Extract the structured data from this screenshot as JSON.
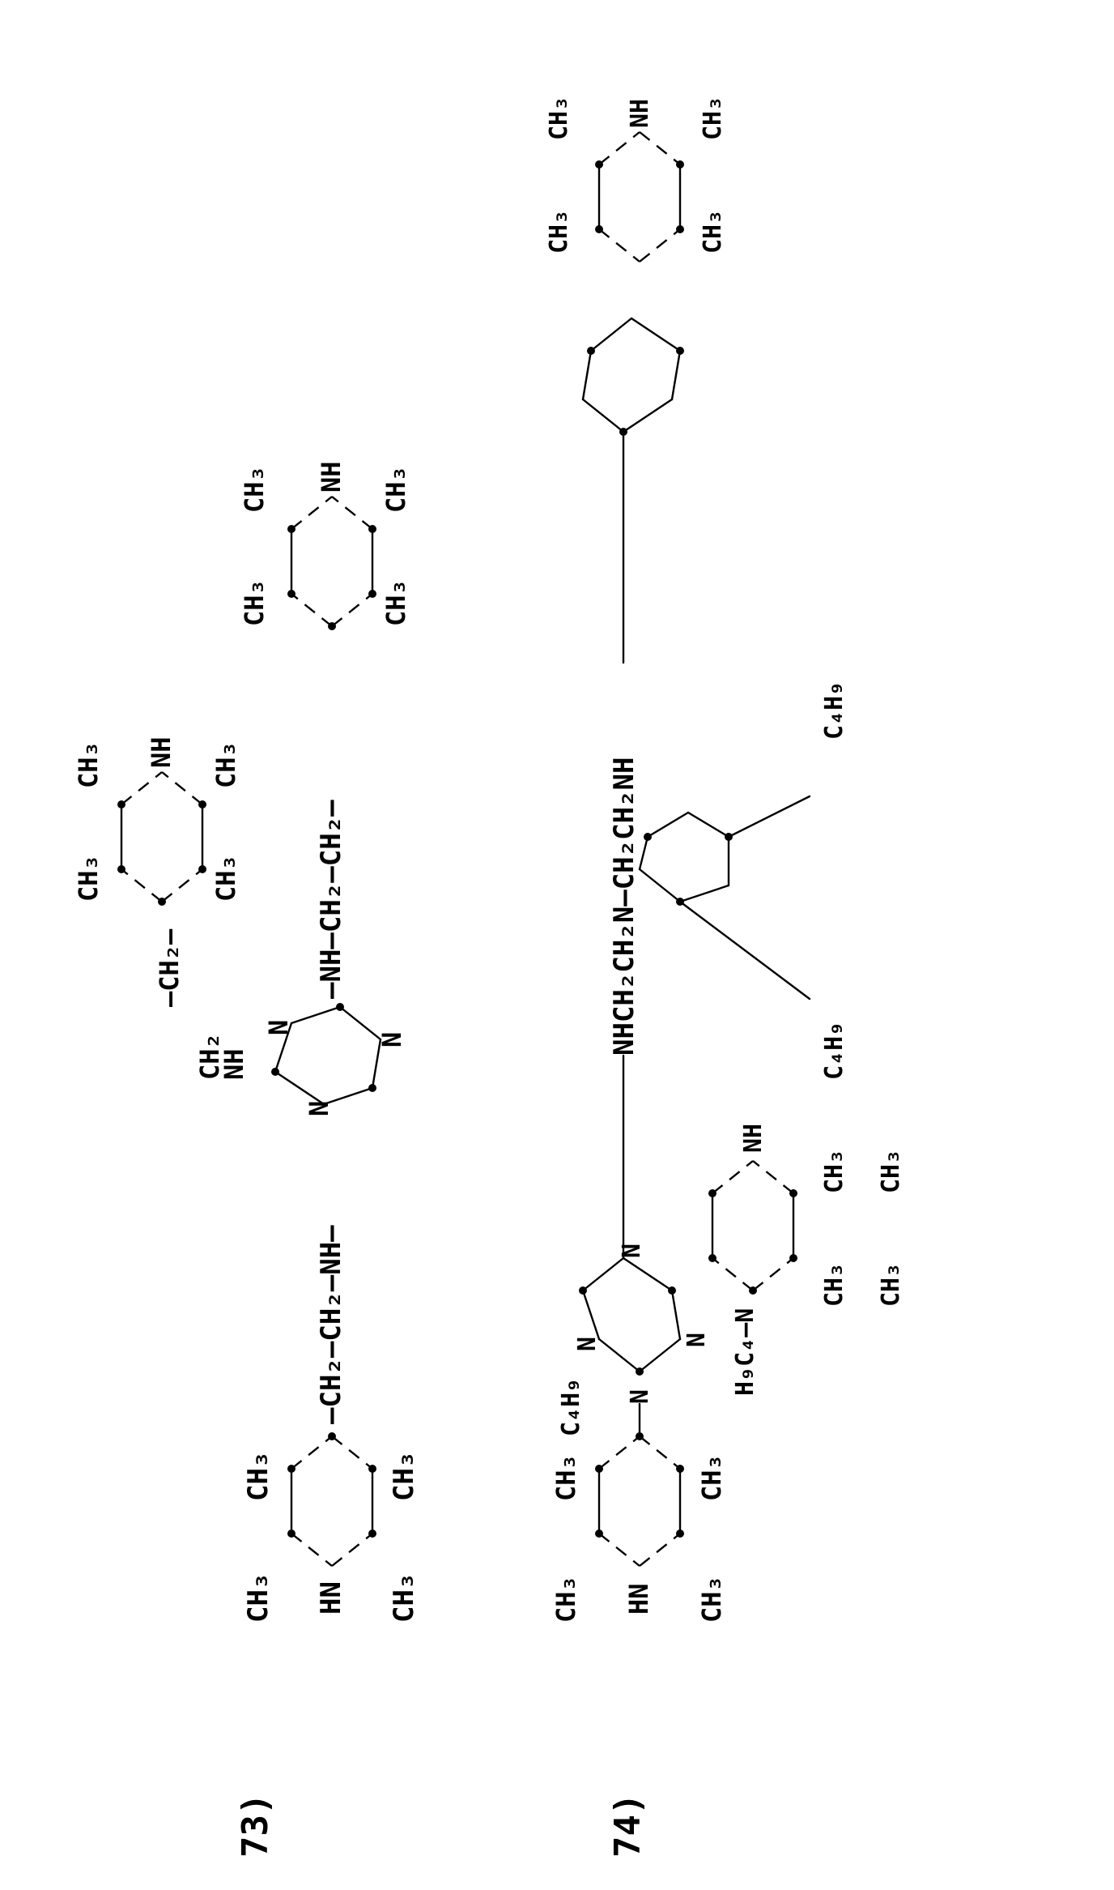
{
  "compounds": [
    {
      "number": "73)",
      "labels": {
        "left_ring": {
          "ch3_a": "CH₃",
          "ch3_b": "CH₃",
          "nh": "HN",
          "ch3_c": "CH₃",
          "ch3_d": "CH₃"
        },
        "left_chain": "—CH₂—CH₂—NH—",
        "triazine_n1": "N",
        "triazine_n2": "N",
        "triazine_n3": "N",
        "upper_nh": "NH",
        "upper_chain_a": "CH₂",
        "upper_chain_b": "—CH₂—",
        "upper_ring": {
          "ch3_a": "CH₃",
          "nh": "NH",
          "ch3_b": "CH₃",
          "ch3_c": "CH₃",
          "ch3_d": "CH₃"
        },
        "right_chain": "—NH—CH₂—CH₂—",
        "right_ring": {
          "ch3_a": "CH₃",
          "nh": "NH",
          "ch3_b": "CH₃",
          "ch3_c": "CH₃",
          "ch3_d": "CH₃"
        }
      }
    },
    {
      "number": "74)",
      "labels": {
        "backbone": "NHCH₂CH₂N—CH₂CH₂NH",
        "butyl": "C₄H₉",
        "butyl_rev": "H₉C₄—N",
        "n": "N",
        "nh": "NH",
        "hn": "HN",
        "ch3": "CH₃"
      }
    }
  ]
}
